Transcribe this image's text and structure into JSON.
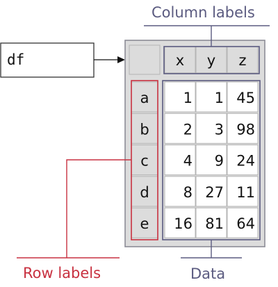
{
  "variable": {
    "name": "df"
  },
  "annotations": {
    "column_labels": "Column labels",
    "row_labels": "Row labels",
    "data": "Data"
  },
  "dataframe": {
    "columns": [
      "x",
      "y",
      "z"
    ],
    "index": [
      "a",
      "b",
      "c",
      "d",
      "e"
    ],
    "rows": [
      [
        1,
        1,
        45
      ],
      [
        2,
        3,
        98
      ],
      [
        4,
        9,
        24
      ],
      [
        8,
        27,
        11
      ],
      [
        16,
        81,
        64
      ]
    ]
  },
  "colors": {
    "frame_fill": "#dcdcdc",
    "frame_stroke": "#8c8c96",
    "column_label_accent": "#5b5b80",
    "row_label_accent": "#c83140",
    "data_accent": "#5b5b80"
  }
}
